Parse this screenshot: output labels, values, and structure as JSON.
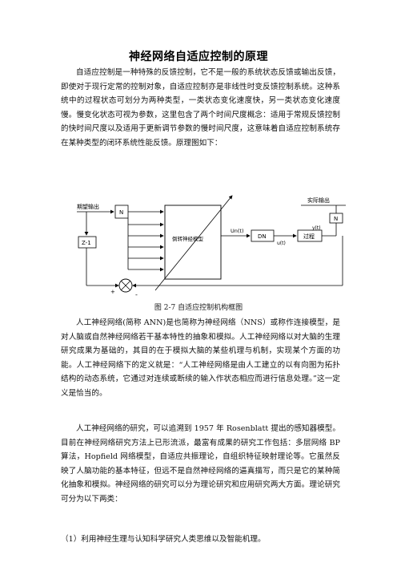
{
  "document": {
    "title": "神经网络自适应控制的原理",
    "paragraphs": [
      "自适应控制是一种特殊的反馈控制，它不是一般的系统状态反馈或输出反馈，即使对于现行定常的控制对象，自适应控制亦是非线性时变反馈控制系统。这种系统中的过程状态可划分为两种类型，一类状态变化速度快，另一类状态变化速度慢。慢变化状态可视为参数，这里包含了两个时间尺度概念：适用于常规反馈控制的快时间尺度以及适用于更新调节参数的慢时间尺度，这意味着自适应控制系统存在某种类型的闭环系统性能反馈。原理图如下：",
      "人工神经网络(简称 ANN)是也简称为神经网络（NNS）或称作连接模型，是对人脑或自然神经网络若干基本特性的抽象和模拟。人工神经网络以对大脑的生理研究成果为基础的，其目的在于模拟大脑的某些机理与机制，实现某个方面的功能。人工神经网络下的定义就是：“人工神经网络是由人工建立的以有向图为拓扑结构的动态系统，它通过对连续或断续的输入作状态相应而进行信息处理。”这一定义是恰当的。",
      "人工神经网络的研究，可以追溯到 1957 年 Rosenblatt 提出的感知器模型。目前在神经网络研究方法上已形流派，最富有成果的研究工作包括：多层网络 BP 算法，Hopfield 网络模型，自适应共振理论，自组织特征映射理论等。它虽然反映了人脑功能的基本特征，但远不是自然神经网络的逼真描写，而只是它的某种简化抽象和模拟。神经网络的研究可以分为理论研究和应用研究两大方面。理论研究可分为以下两类：",
      "（1）利用神经生理与认知科学研究人类思维以及智能机理。"
    ],
    "figure_caption": "图 2-7  自适应控制机构框图"
  },
  "diagram": {
    "label_expected_output": "期望输出",
    "label_actual_output": "实际输出",
    "block_n_left": "N",
    "block_z1": "Z-1",
    "block_network": "倒转神经模型",
    "signal_un": "Un(t)",
    "block_dn": "DN",
    "signal_ut": "u(t)",
    "block_process": "过程",
    "signal_yt": "y(t)",
    "block_n_right": "N",
    "sum_plus": "+",
    "sum_minus": "-"
  }
}
